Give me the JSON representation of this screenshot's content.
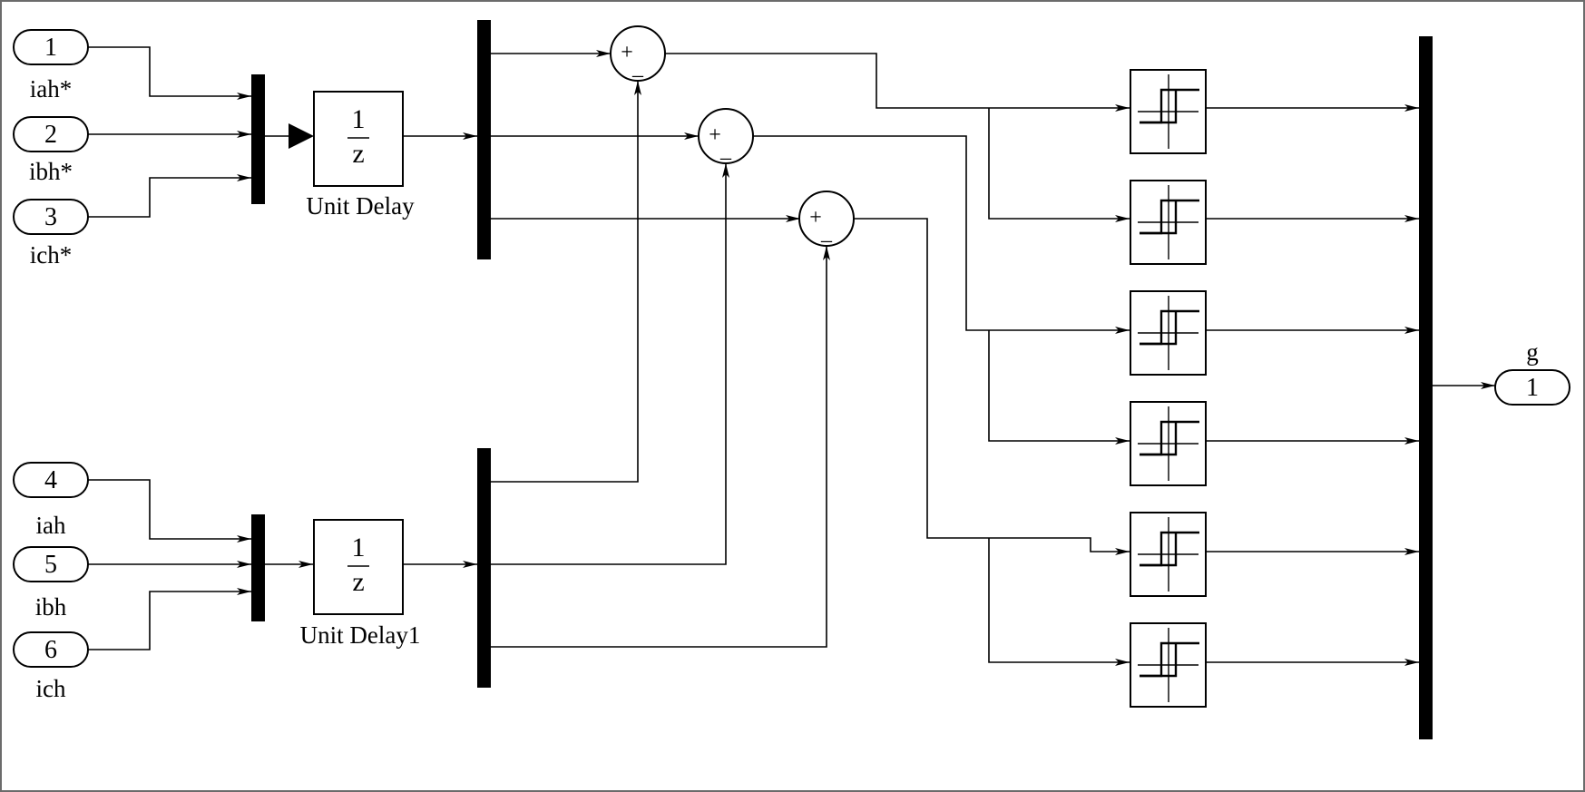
{
  "inports": [
    {
      "number": "1",
      "label": "iah*"
    },
    {
      "number": "2",
      "label": "ibh*"
    },
    {
      "number": "3",
      "label": "ich*"
    },
    {
      "number": "4",
      "label": "iah"
    },
    {
      "number": "5",
      "label": "ibh"
    },
    {
      "number": "6",
      "label": "ich"
    }
  ],
  "delays": [
    {
      "numerator": "1",
      "denominator": "z",
      "label": "Unit Delay"
    },
    {
      "numerator": "1",
      "denominator": "z",
      "label": "Unit Delay1"
    }
  ],
  "sums": [
    {
      "plus": "+",
      "minus": "_"
    },
    {
      "plus": "+",
      "minus": "_"
    },
    {
      "plus": "+",
      "minus": "_"
    }
  ],
  "relays": [
    {
      "icon": "hysteresis-relay-icon"
    },
    {
      "icon": "hysteresis-relay-icon"
    },
    {
      "icon": "hysteresis-relay-icon"
    },
    {
      "icon": "hysteresis-relay-icon"
    },
    {
      "icon": "hysteresis-relay-icon"
    },
    {
      "icon": "hysteresis-relay-icon"
    }
  ],
  "outport": {
    "number": "1",
    "label": "g"
  }
}
